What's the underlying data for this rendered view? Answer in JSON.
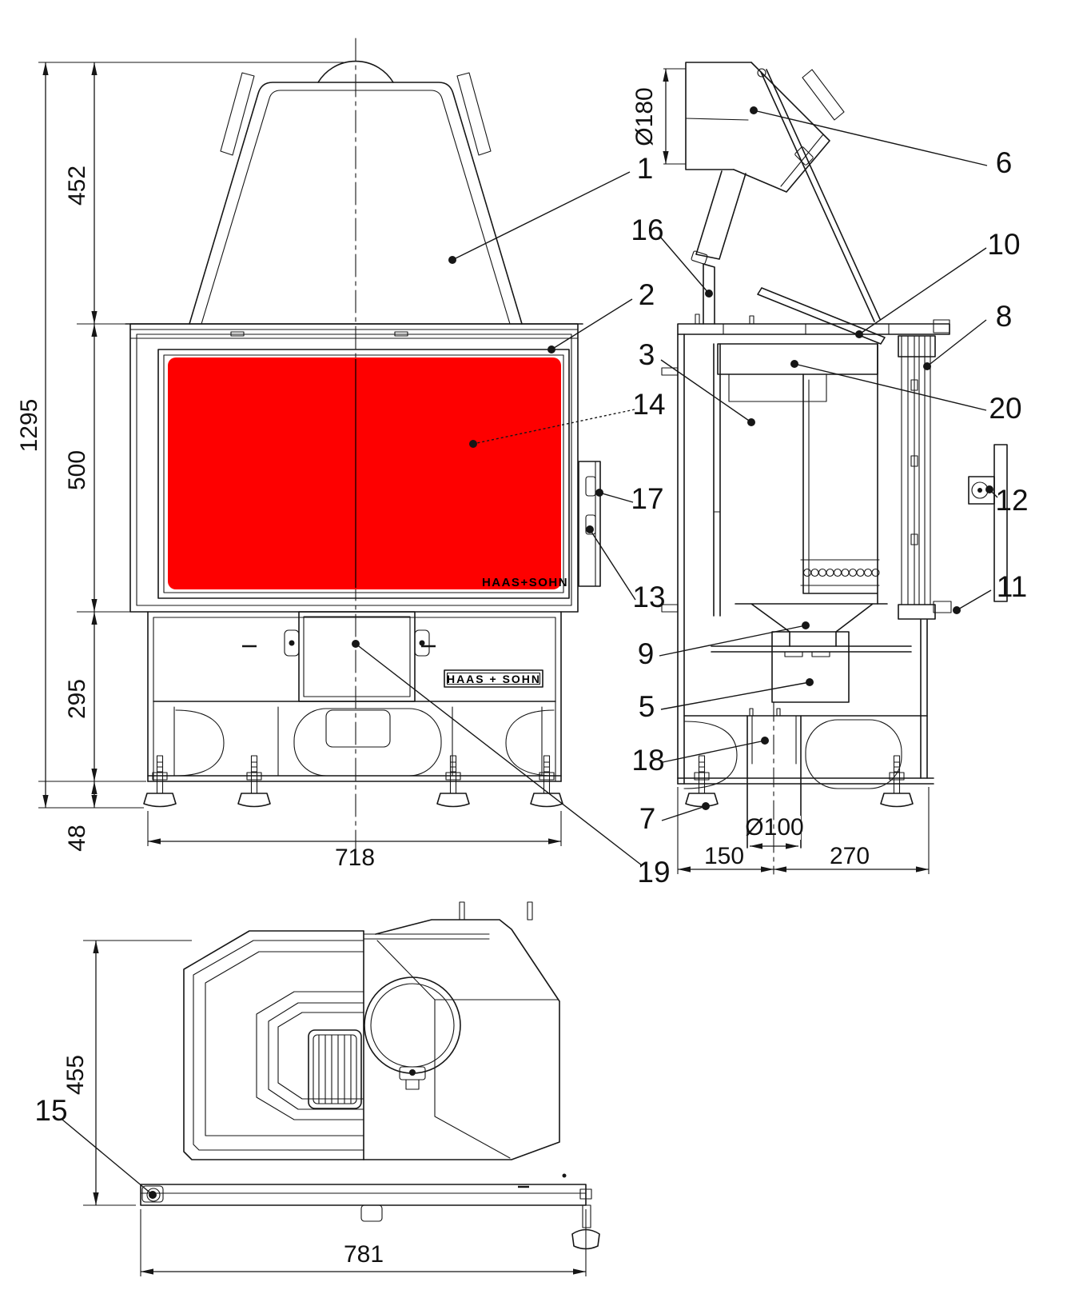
{
  "colors": {
    "background": "#ffffff",
    "line": "#161616",
    "glass": "#fe0000"
  },
  "branding": {
    "glass_logo": "HAAS+SOHN",
    "plate_logo": "HAAS + SOHN"
  },
  "dims": {
    "front": {
      "hood_height": "452",
      "total_height": "1295",
      "door_height": "500",
      "base_height": "295",
      "feet_height": "48",
      "width": "718"
    },
    "side": {
      "flue_diameter": "Ø180",
      "outlet_diameter": "Ø100",
      "rear_offset": "150",
      "front_offset": "270"
    },
    "top": {
      "depth": "455",
      "width": "781"
    }
  },
  "callouts": {
    "c1": "1",
    "c2": "2",
    "c3": "3",
    "c5": "5",
    "c6": "6",
    "c7": "7",
    "c8": "8",
    "c9": "9",
    "c10": "10",
    "c11": "11",
    "c12": "12",
    "c13": "13",
    "c14": "14",
    "c15": "15",
    "c16": "16",
    "c17": "17",
    "c18": "18",
    "c19": "19",
    "c20": "20"
  }
}
